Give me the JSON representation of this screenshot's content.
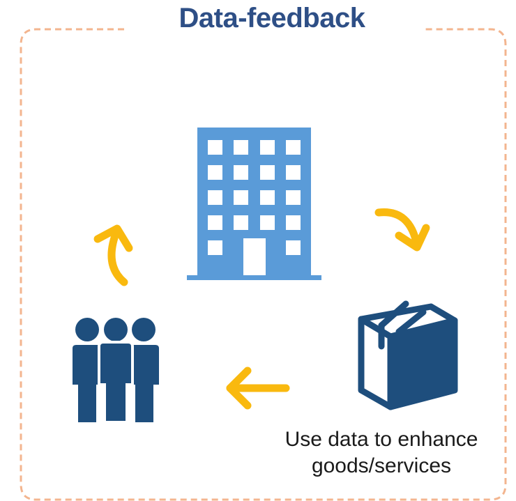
{
  "diagram": {
    "title": "Data-feedback",
    "caption_line1": "Use data to enhance",
    "caption_line2": "goods/services",
    "icons": [
      "building-icon",
      "box-icon",
      "people-icon"
    ],
    "colors": {
      "title": "#2E4F86",
      "border": "#F3B58F",
      "arrow": "#F9B90F",
      "building": "#5A9BD8",
      "dark_icon": "#1E4E7D"
    }
  }
}
